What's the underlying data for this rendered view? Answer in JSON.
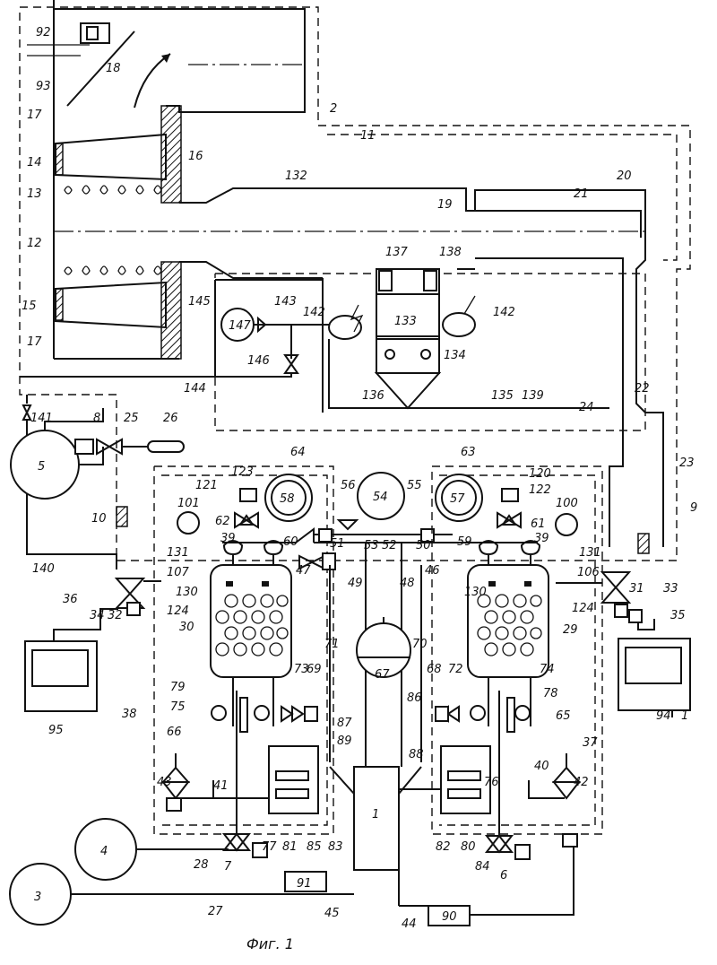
{
  "caption": "Фиг. 1",
  "labels": [
    {
      "key": "l92",
      "text": "92"
    },
    {
      "key": "l93",
      "text": "93"
    },
    {
      "key": "l18",
      "text": "18"
    },
    {
      "key": "l17a",
      "text": "17"
    },
    {
      "key": "l2",
      "text": "2"
    },
    {
      "key": "l11",
      "text": "11"
    },
    {
      "key": "l14",
      "text": "14"
    },
    {
      "key": "l16",
      "text": "16"
    },
    {
      "key": "l13",
      "text": "13"
    },
    {
      "key": "l19",
      "text": "19"
    },
    {
      "key": "l21",
      "text": "21"
    },
    {
      "key": "l20",
      "text": "20"
    },
    {
      "key": "l12",
      "text": "12"
    },
    {
      "key": "l132",
      "text": "132"
    },
    {
      "key": "l137",
      "text": "137"
    },
    {
      "key": "l138",
      "text": "138"
    },
    {
      "key": "l15",
      "text": "15"
    },
    {
      "key": "l17b",
      "text": "17"
    },
    {
      "key": "l145",
      "text": "145"
    },
    {
      "key": "l143",
      "text": "143"
    },
    {
      "key": "l142a",
      "text": "142"
    },
    {
      "key": "l133",
      "text": "133"
    },
    {
      "key": "l142b",
      "text": "142"
    },
    {
      "key": "l147",
      "text": "147"
    },
    {
      "key": "l146",
      "text": "146"
    },
    {
      "key": "l134",
      "text": "134"
    },
    {
      "key": "l22",
      "text": "22"
    },
    {
      "key": "l144",
      "text": "144"
    },
    {
      "key": "l136",
      "text": "136"
    },
    {
      "key": "l135",
      "text": "135"
    },
    {
      "key": "l139",
      "text": "139"
    },
    {
      "key": "l24",
      "text": "24"
    },
    {
      "key": "l141",
      "text": "141"
    },
    {
      "key": "l8",
      "text": "8"
    },
    {
      "key": "l25",
      "text": "25"
    },
    {
      "key": "l26",
      "text": "26"
    },
    {
      "key": "l5",
      "text": "5"
    },
    {
      "key": "l64",
      "text": "64"
    },
    {
      "key": "l63",
      "text": "63"
    },
    {
      "key": "l23",
      "text": "23"
    },
    {
      "key": "l121",
      "text": "121"
    },
    {
      "key": "l123",
      "text": "123"
    },
    {
      "key": "l58",
      "text": "58"
    },
    {
      "key": "l56",
      "text": "56"
    },
    {
      "key": "l54",
      "text": "54"
    },
    {
      "key": "l55",
      "text": "55"
    },
    {
      "key": "l57",
      "text": "57"
    },
    {
      "key": "l120",
      "text": "120"
    },
    {
      "key": "l122",
      "text": "122"
    },
    {
      "key": "l9",
      "text": "9"
    },
    {
      "key": "l10",
      "text": "10"
    },
    {
      "key": "l101",
      "text": "101"
    },
    {
      "key": "l62",
      "text": "62"
    },
    {
      "key": "l39a",
      "text": "39"
    },
    {
      "key": "l60",
      "text": "60"
    },
    {
      "key": "l53",
      "text": "53"
    },
    {
      "key": "l52",
      "text": "52"
    },
    {
      "key": "l59",
      "text": "59"
    },
    {
      "key": "l61",
      "text": "61"
    },
    {
      "key": "l39b",
      "text": "39"
    },
    {
      "key": "l100",
      "text": "100"
    },
    {
      "key": "l140",
      "text": "140"
    },
    {
      "key": "l131a",
      "text": "131"
    },
    {
      "key": "l47",
      "text": "47"
    },
    {
      "key": "l51",
      "text": "51"
    },
    {
      "key": "l50",
      "text": "50"
    },
    {
      "key": "l46",
      "text": "46"
    },
    {
      "key": "l131b",
      "text": "131"
    },
    {
      "key": "l107",
      "text": "107"
    },
    {
      "key": "l49",
      "text": "49"
    },
    {
      "key": "l48",
      "text": "48"
    },
    {
      "key": "l106",
      "text": "106"
    },
    {
      "key": "l36",
      "text": "36"
    },
    {
      "key": "l34",
      "text": "34"
    },
    {
      "key": "l32",
      "text": "32"
    },
    {
      "key": "l31",
      "text": "31"
    },
    {
      "key": "l33",
      "text": "33"
    },
    {
      "key": "l35",
      "text": "35"
    },
    {
      "key": "l124a",
      "text": "124"
    },
    {
      "key": "l130a",
      "text": "130"
    },
    {
      "key": "l130b",
      "text": "130"
    },
    {
      "key": "l124b",
      "text": "124"
    },
    {
      "key": "l30",
      "text": "30"
    },
    {
      "key": "l71",
      "text": "71"
    },
    {
      "key": "l70",
      "text": "70"
    },
    {
      "key": "l29",
      "text": "29"
    },
    {
      "key": "l69",
      "text": "69"
    },
    {
      "key": "l67",
      "text": "67"
    },
    {
      "key": "l68",
      "text": "68"
    },
    {
      "key": "l73",
      "text": "73"
    },
    {
      "key": "l72",
      "text": "72"
    },
    {
      "key": "l74",
      "text": "74"
    },
    {
      "key": "l79",
      "text": "79"
    },
    {
      "key": "l75",
      "text": "75"
    },
    {
      "key": "l78",
      "text": "78"
    },
    {
      "key": "l86",
      "text": "86"
    },
    {
      "key": "l38",
      "text": "38"
    },
    {
      "key": "l87",
      "text": "87"
    },
    {
      "key": "l65",
      "text": "65"
    },
    {
      "key": "l94",
      "text": "94"
    },
    {
      "key": "l1a",
      "text": "1"
    },
    {
      "key": "l66",
      "text": "66"
    },
    {
      "key": "l89",
      "text": "89"
    },
    {
      "key": "l88",
      "text": "88"
    },
    {
      "key": "l37",
      "text": "37"
    },
    {
      "key": "l95",
      "text": "95"
    },
    {
      "key": "l40",
      "text": "40"
    },
    {
      "key": "l41",
      "text": "41"
    },
    {
      "key": "l1b",
      "text": "1"
    },
    {
      "key": "l43",
      "text": "43"
    },
    {
      "key": "l76",
      "text": "76"
    },
    {
      "key": "l42",
      "text": "42"
    },
    {
      "key": "l77",
      "text": "77"
    },
    {
      "key": "l81",
      "text": "81"
    },
    {
      "key": "l85",
      "text": "85"
    },
    {
      "key": "l83",
      "text": "83"
    },
    {
      "key": "l82",
      "text": "82"
    },
    {
      "key": "l80",
      "text": "80"
    },
    {
      "key": "l4",
      "text": "4"
    },
    {
      "key": "l84",
      "text": "84"
    },
    {
      "key": "l28",
      "text": "28"
    },
    {
      "key": "l7",
      "text": "7"
    },
    {
      "key": "l6",
      "text": "6"
    },
    {
      "key": "l91",
      "text": "91"
    },
    {
      "key": "l3",
      "text": "3"
    },
    {
      "key": "l27",
      "text": "27"
    },
    {
      "key": "l45",
      "text": "45"
    },
    {
      "key": "l44",
      "text": "44"
    },
    {
      "key": "l90",
      "text": "90"
    }
  ]
}
